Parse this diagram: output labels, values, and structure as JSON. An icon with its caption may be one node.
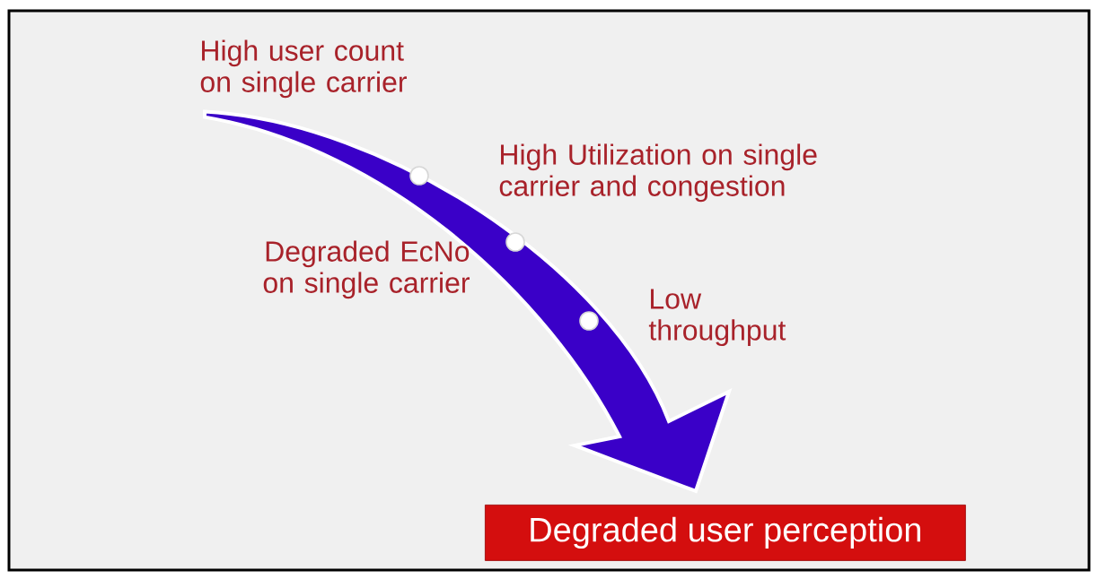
{
  "diagram": {
    "nodes": [
      {
        "text": [
          "High user count on single carrier"
        ]
      },
      {
        "text": [
          "Degraded user perception"
        ]
      }
    ],
    "edges": [
      {
        "from": 0,
        "to": 1,
        "arrow": "to"
      }
    ],
    "labels": [
      "High Utilization on single carrier and congestion",
      "Degraded EcNo on single carrier",
      "Low throughput"
    ]
  }
}
